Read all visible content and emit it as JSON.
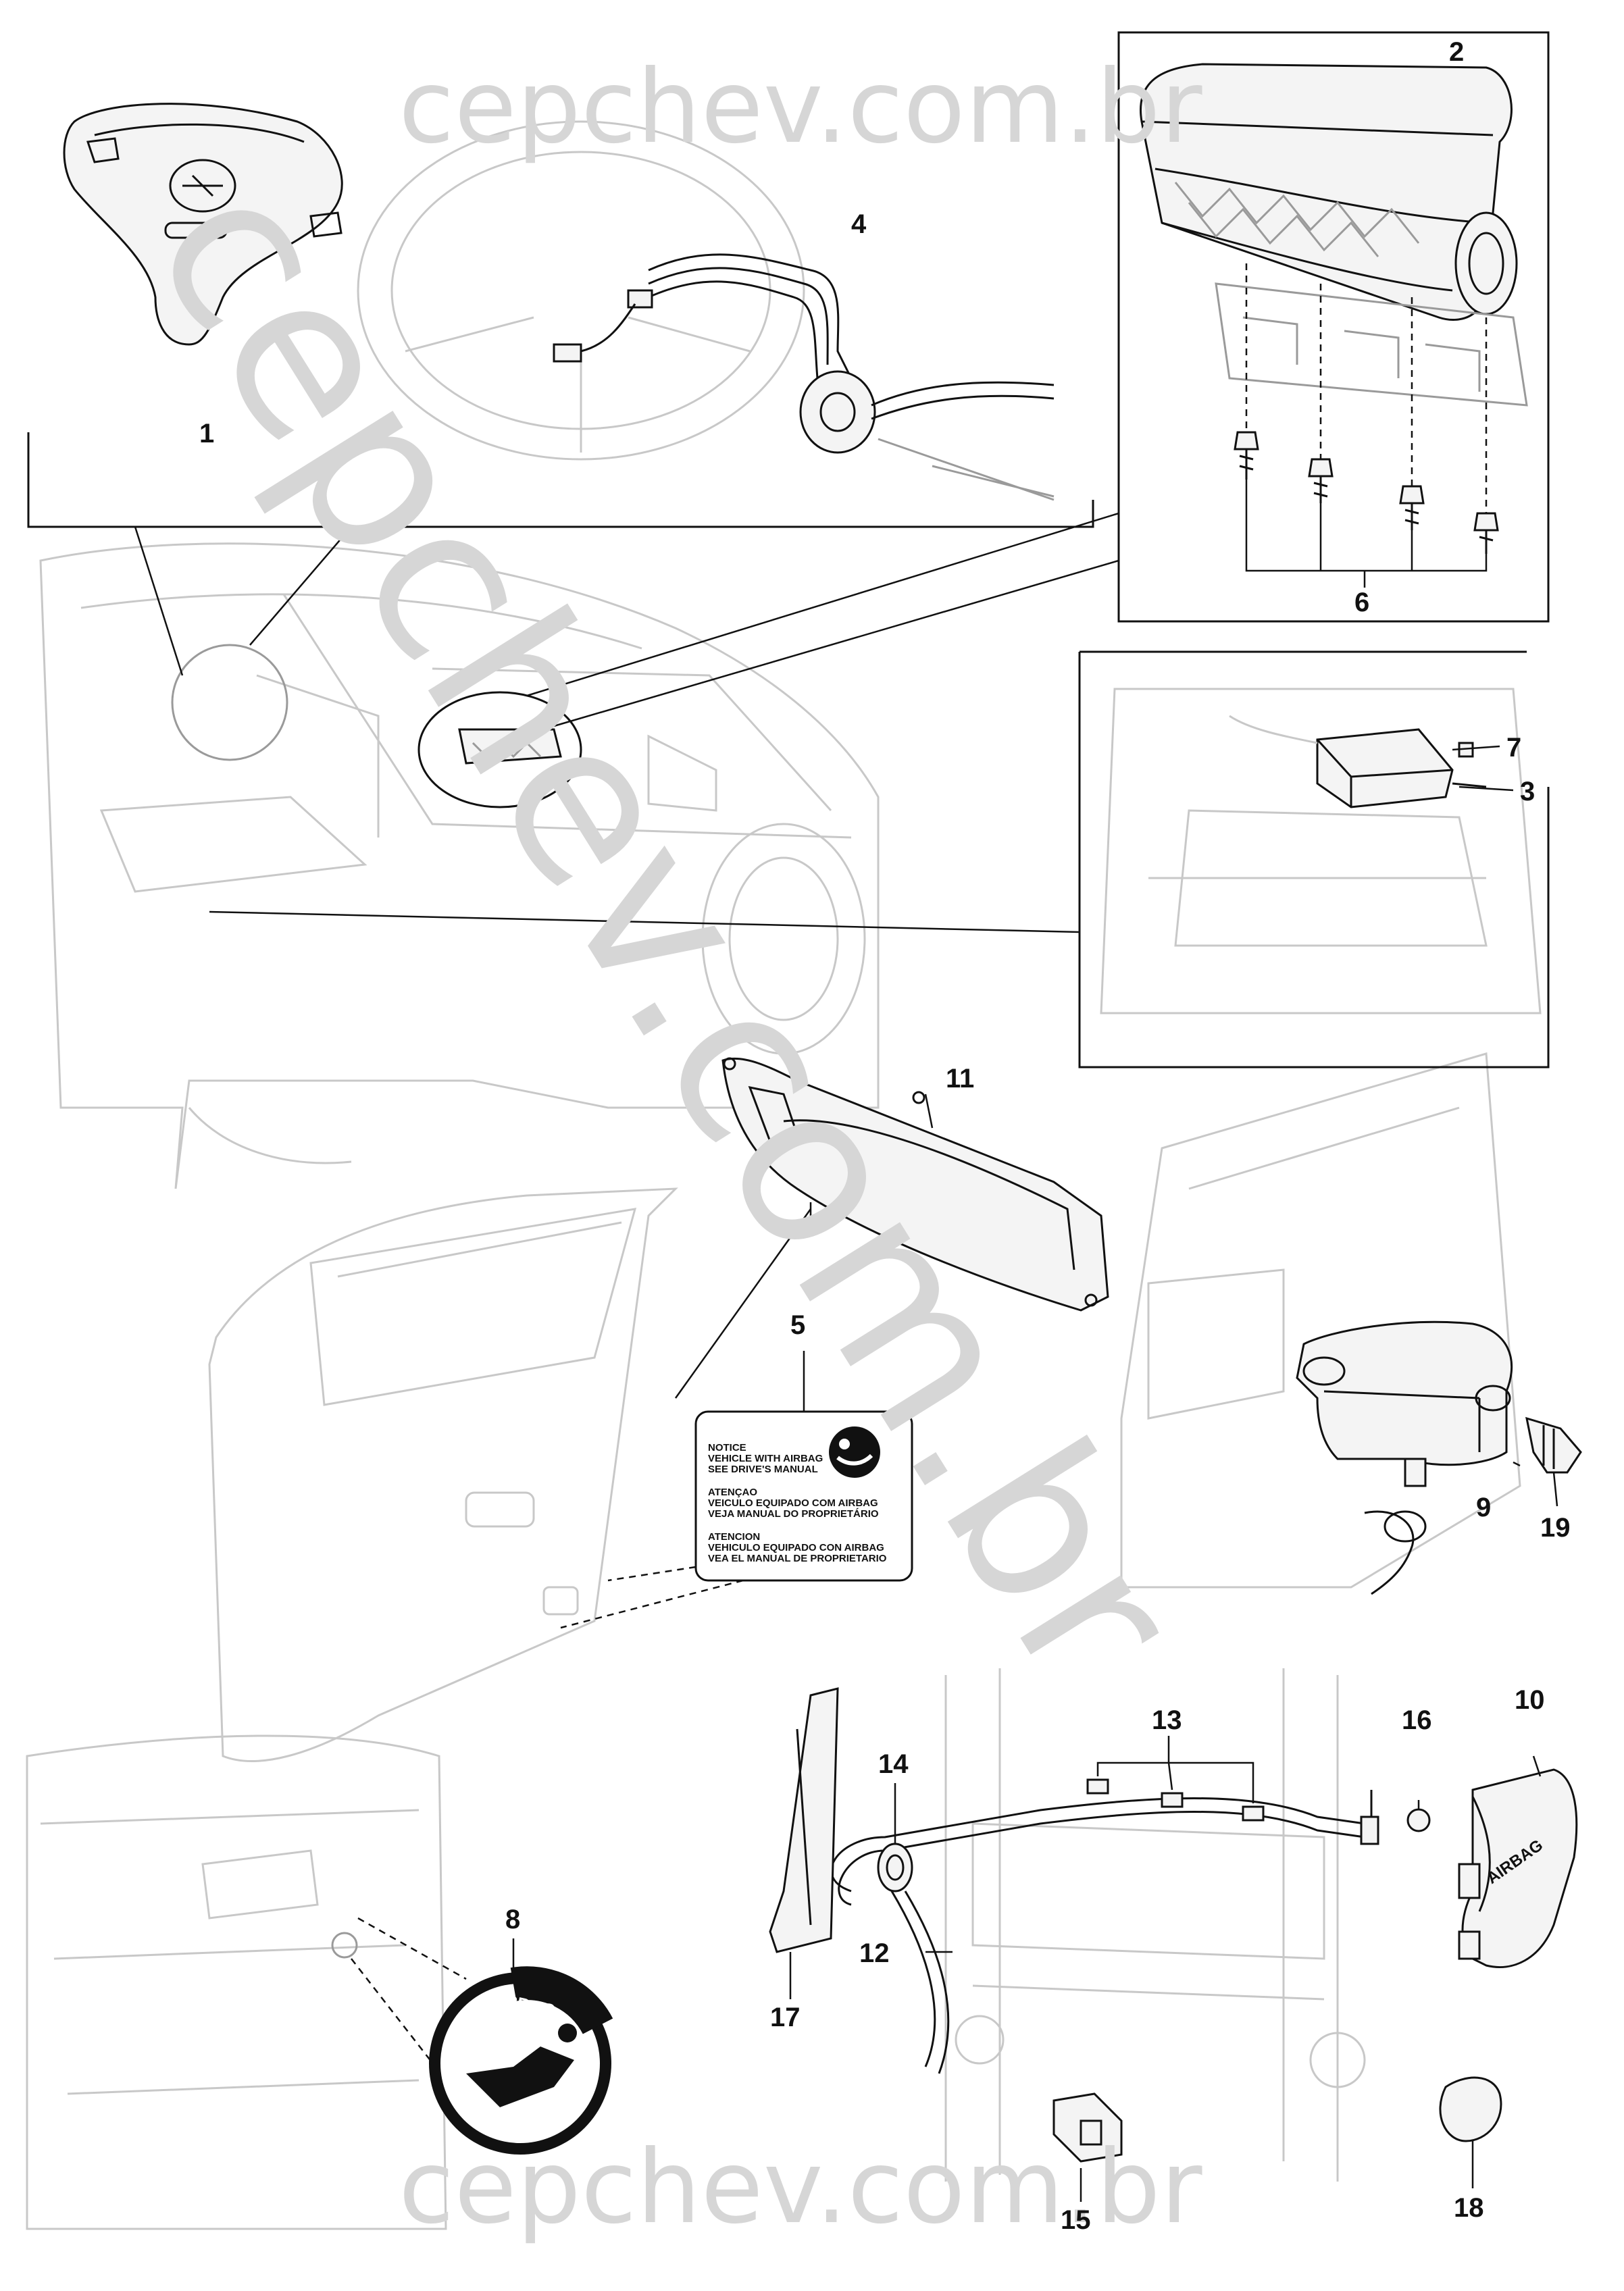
{
  "watermarks": {
    "top": "cepchev.com.br",
    "diagonal": "cepchev.com.br",
    "bottom": "cepchev.com.br"
  },
  "callouts": [
    "1",
    "2",
    "3",
    "4",
    "5",
    "6",
    "7",
    "8",
    "9",
    "10",
    "11",
    "12",
    "13",
    "14",
    "15",
    "16",
    "17",
    "18",
    "19"
  ],
  "label_sticker": {
    "en_1": "NOTICE",
    "en_2": "VEHICLE WITH AIRBAG",
    "en_3": "SEE DRIVE'S MANUAL",
    "pt_1": "ATENÇAO",
    "pt_2": "VEICULO EQUIPADO COM AIRBAG",
    "pt_3": "VEJA MANUAL DO PROPRIETÁRIO",
    "es_1": "ATENCION",
    "es_2": "VEHICULO EQUIPADO CON AIRBAG",
    "es_3": "VEA EL MANUAL DE PROPRIETARIO"
  },
  "airbag_badge_text": "AIRBAG",
  "side_module_text": "AIRBAG",
  "colors": {
    "line": "#111111",
    "faint": "#c8c8c8",
    "watermark": "#d6d6d6"
  }
}
